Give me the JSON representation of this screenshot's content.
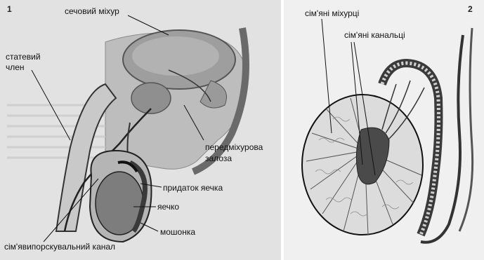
{
  "panel1": {
    "number": "1",
    "labels": {
      "bladder": "сечовий міхур",
      "penis_line1": "статевий",
      "penis_line2": "член",
      "prostate_line1": "передміхурова",
      "prostate_line2": "залоза",
      "epididymis": "придаток яечка",
      "testis": "яечко",
      "scrotum": "мошонка",
      "ejaculatory_duct": "сім'явипорскувальний канал"
    }
  },
  "panel2": {
    "number": "2",
    "labels": {
      "seminal_vesicles": "сім'яні міхурці",
      "seminiferous_tubules": "сім'яні канальці"
    }
  }
}
